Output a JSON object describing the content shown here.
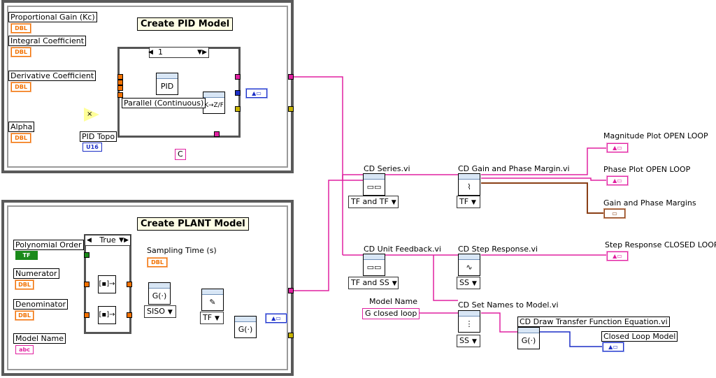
{
  "pid_panel": {
    "title": "Create PID Model",
    "controls": [
      {
        "label": "Proportional Gain (Kc)",
        "type": "DBL"
      },
      {
        "label": "Integral Coefficient",
        "type": "DBL"
      },
      {
        "label": "Derivative Coefficient",
        "type": "DBL"
      },
      {
        "label": "Alpha",
        "type": "DBL"
      }
    ],
    "case_value": "1",
    "form_label": "Parallel (Continuous)",
    "pid_topology_label": "PID Topo",
    "pid_topology_type": "U16",
    "pid_icon": "PID",
    "convert_icon": "K→Z/F",
    "multiply_icon": "×",
    "constant_c": "C"
  },
  "plant_panel": {
    "title": "Create PLANT Model",
    "case_value": "True",
    "polynomial_order_label": "Polynomial Order",
    "polynomial_order_type": "TF",
    "numerator_label": "Numerator",
    "numerator_type": "DBL",
    "denominator_label": "Denominator",
    "denominator_type": "DBL",
    "sampling_time_label": "Sampling Time (s)",
    "sampling_time_type": "DBL",
    "model_name_label": "Model Name",
    "model_name_type": "abc",
    "siso_ring": "SISO",
    "tf_ring": "TF"
  },
  "right": {
    "cd_series_label": "CD Series.vi",
    "cd_series_ring": "TF and TF",
    "cd_gain_phase_label": "CD Gain and Phase Margin.vi",
    "cd_gain_phase_ring": "TF",
    "magnitude_label": "Magnitude Plot  OPEN LOOP",
    "phase_label": "Phase Plot  OPEN LOOP",
    "gain_phase_margins_label": "Gain and Phase Margins",
    "cd_unit_feedback_label": "CD Unit Feedback.vi",
    "cd_unit_feedback_ring": "TF and SS",
    "cd_step_response_label": "CD Step Response.vi",
    "cd_step_response_ring": "SS",
    "step_response_label": "Step Response CLOSED LOOP",
    "model_name_label": "Model Name",
    "model_name_value": "G closed loop",
    "cd_set_names_label": "CD Set Names to Model.vi",
    "cd_set_names_ring": "SS",
    "cd_draw_tf_label": "CD Draw Transfer Function Equation.vi",
    "closed_loop_model_label": "Closed Loop Model"
  },
  "colors": {
    "dbl_wire": "#f27100",
    "model_wire": "#e020a0",
    "error_wire": "#c8b400",
    "blue_wire": "#1c2fc7",
    "brown_wire": "#8a3f16",
    "bool_wire": "#1a8a1a"
  }
}
